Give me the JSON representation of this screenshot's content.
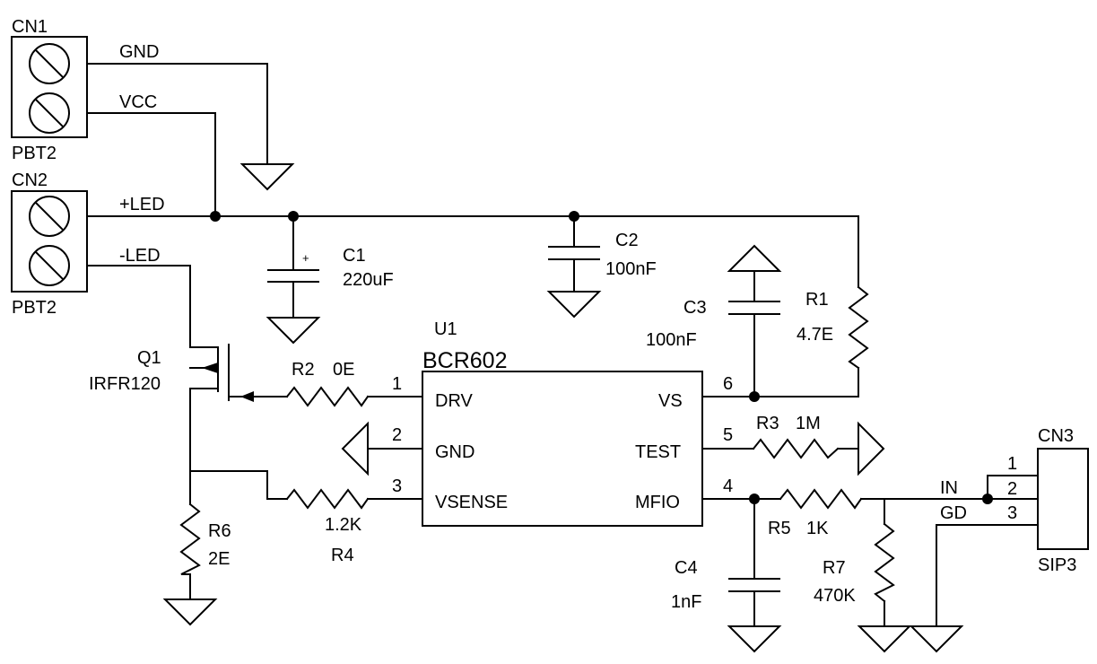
{
  "connectors": {
    "cn1": {
      "ref": "CN1",
      "type": "PBT2"
    },
    "cn2": {
      "ref": "CN2",
      "type": "PBT2"
    },
    "cn3": {
      "ref": "CN3",
      "type": "SIP3",
      "pins": [
        "1",
        "2",
        "3"
      ]
    }
  },
  "nets": {
    "gnd": "GND",
    "vcc": "VCC",
    "led_pos": "+LED",
    "led_neg": "-LED",
    "in": "IN",
    "gd": "GD"
  },
  "components": {
    "c1": {
      "ref": "C1",
      "value": "220uF",
      "polarity": "+"
    },
    "c2": {
      "ref": "C2",
      "value": "100nF"
    },
    "c3": {
      "ref": "C3",
      "value": "100nF"
    },
    "c4": {
      "ref": "C4",
      "value": "1nF"
    },
    "r1": {
      "ref": "R1",
      "value": "4.7E"
    },
    "r2": {
      "ref": "R2",
      "value": "0E"
    },
    "r3": {
      "ref": "R3",
      "value": "1M"
    },
    "r4": {
      "ref": "R4",
      "value": "1.2K"
    },
    "r5": {
      "ref": "R5",
      "value": "1K"
    },
    "r6": {
      "ref": "R6",
      "value": "2E"
    },
    "r7": {
      "ref": "R7",
      "value": "470K"
    },
    "q1": {
      "ref": "Q1",
      "value": "IRFR120"
    }
  },
  "ic": {
    "ref": "U1",
    "part": "BCR602",
    "pins_left": [
      {
        "num": "1",
        "name": "DRV"
      },
      {
        "num": "2",
        "name": "GND"
      },
      {
        "num": "3",
        "name": "VSENSE"
      }
    ],
    "pins_right": [
      {
        "num": "6",
        "name": "VS"
      },
      {
        "num": "5",
        "name": "TEST"
      },
      {
        "num": "4",
        "name": "MFIO"
      }
    ]
  }
}
